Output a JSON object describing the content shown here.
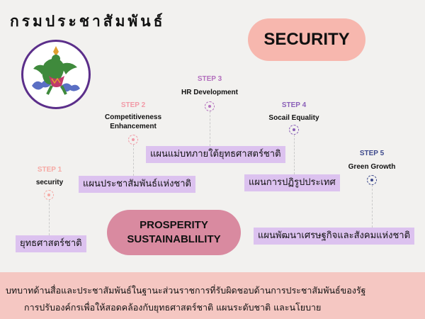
{
  "org_name": "กรมประชาสัมพันธ์",
  "security_label": "SECURITY",
  "prosperity": {
    "line1": "PROSPERITY",
    "line2": "SUSTAINABLILITY"
  },
  "steps": [
    {
      "label": "STEP 1",
      "title": "security",
      "plan": "ยุทธศาสตร์ชาติ",
      "color": "#f6a9a4"
    },
    {
      "label": "STEP 2",
      "title": "Competitiveness Enhancement",
      "title_l1": "Competitiveness",
      "title_l2": "Enhancement",
      "plan": "แผนประชาสัมพันธ์แห่งชาติ",
      "color": "#f29aa7"
    },
    {
      "label": "STEP 3",
      "title": "HR Development",
      "plan": "แผนแม่บทภายใต้ยุทธศาสตร์ชาติ",
      "color": "#b36fbd"
    },
    {
      "label": "STEP 4",
      "title": "Socail Equality",
      "plan": "แผนการปฏิรูปประเทศ",
      "color": "#8a5fb8"
    },
    {
      "label": "STEP 5",
      "title": "Green Growth",
      "plan": "แผนพัฒนาเศรษฐกิจและสังคมแห่งชาติ",
      "color": "#3e4a8c"
    }
  ],
  "footer": {
    "line1": "บทบาทด้านสื่อและประชาสัมพันธ์ในฐานะส่วนราชการที่รับผิดชอบด้านการประชาสัมพันธ์ของรัฐ",
    "line2": "การปรับองค์กรเพื่อให้สอดคล้องกับยุทธศาสตร์ชาติ แผนระดับชาติ   และนโยบาย"
  },
  "colors": {
    "background": "#f2f1ef",
    "security_pill": "#f7b7ae",
    "prosperity_pill": "#d98aa0",
    "plan_box": "#dcc2ef",
    "footer": "#f5c7c2"
  },
  "logo_icon": "garuda-seal-icon"
}
